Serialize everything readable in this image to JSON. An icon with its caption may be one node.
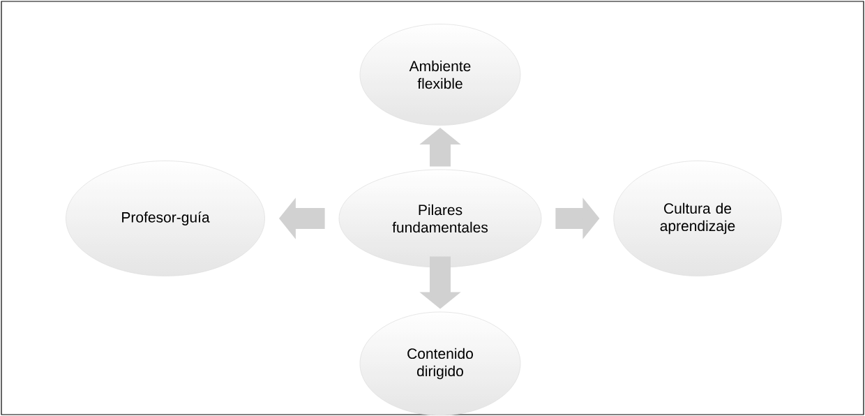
{
  "diagram": {
    "nodes": [
      {
        "text": [
          "Pilares fundamentales"
        ]
      },
      {
        "text": [
          "Ambiente flexible"
        ]
      },
      {
        "text": [
          "Profesor-guía"
        ]
      },
      {
        "text": [
          "Cultura de aprendizaje"
        ]
      },
      {
        "text": [
          "Contenido dirigido"
        ]
      }
    ],
    "edges": [
      {
        "from": 0,
        "to": 1,
        "arrow": "to"
      },
      {
        "from": 0,
        "to": 2,
        "arrow": "to"
      },
      {
        "from": 0,
        "to": 3,
        "arrow": "to"
      },
      {
        "from": 0,
        "to": 4,
        "arrow": "to"
      }
    ]
  }
}
